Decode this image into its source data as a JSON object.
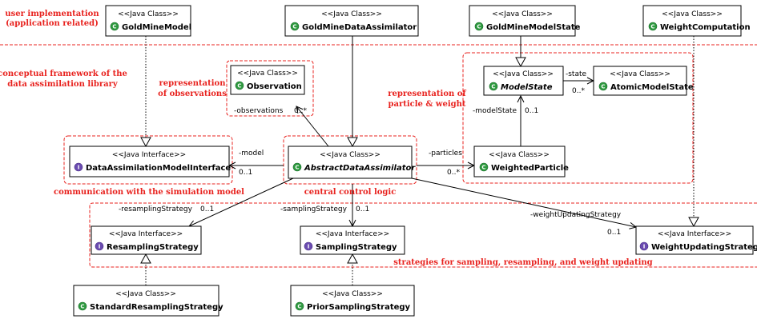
{
  "colors": {
    "annotation_red": "#e8231f",
    "class_icon": "#2e9a3f",
    "interface_icon": "#6a4bb0"
  },
  "stereotypes": {
    "java_class": "<<Java Class>>",
    "java_interface": "<<Java Interface>>"
  },
  "classes": {
    "gold_mine_model": "GoldMineModel",
    "gold_mine_data_assimilator": "GoldMineDataAssimilator",
    "gold_mine_model_state": "GoldMineModelState",
    "weight_computation": "WeightComputation",
    "observation": "Observation",
    "model_state": "ModelState",
    "atomic_model_state": "AtomicModelState",
    "data_assimilation_model_interface": "DataAssimilationModelInterface",
    "abstract_data_assimilator": "AbstractDataAssimilator",
    "weighted_particle": "WeightedParticle",
    "resampling_strategy": "ResamplingStrategy",
    "sampling_strategy": "SamplingStrategy",
    "weight_updating_strategy": "WeightUpdatingStrategy",
    "standard_resampling_strategy": "StandardResamplingStrategy",
    "prior_sampling_strategy": "PriorSamplingStrategy"
  },
  "icon_letters": {
    "class": "C",
    "interface": "I"
  },
  "annotations": {
    "user_implementation_1": "user implementation",
    "user_implementation_2": "(application related)",
    "conceptual_framework_1": "conceptual framework of the",
    "conceptual_framework_2": "data assimilation library",
    "representation_observations_1": "representation",
    "representation_observations_2": "of observations",
    "representation_particle_1": "representation of",
    "representation_particle_2": "particle & weight",
    "communication": "communication with the simulation model",
    "central_control": "central control logic",
    "strategies": "strategies for sampling, resampling, and weight updating"
  },
  "roles": {
    "observations": "-observations",
    "observations_mult": "0..*",
    "state": "-state",
    "state_mult": "0..*",
    "model_state": "-modelState",
    "model_state_mult": "0..1",
    "model": "-model",
    "model_mult": "0..1",
    "particles": "-particles",
    "particles_mult": "0..*",
    "resampling": "-resamplingStrategy",
    "resampling_mult": "0..1",
    "sampling": "-samplingStrategy",
    "sampling_mult": "0..1",
    "weight_updating": "-weightUpdatingStrategy",
    "weight_updating_mult": "0..1"
  }
}
